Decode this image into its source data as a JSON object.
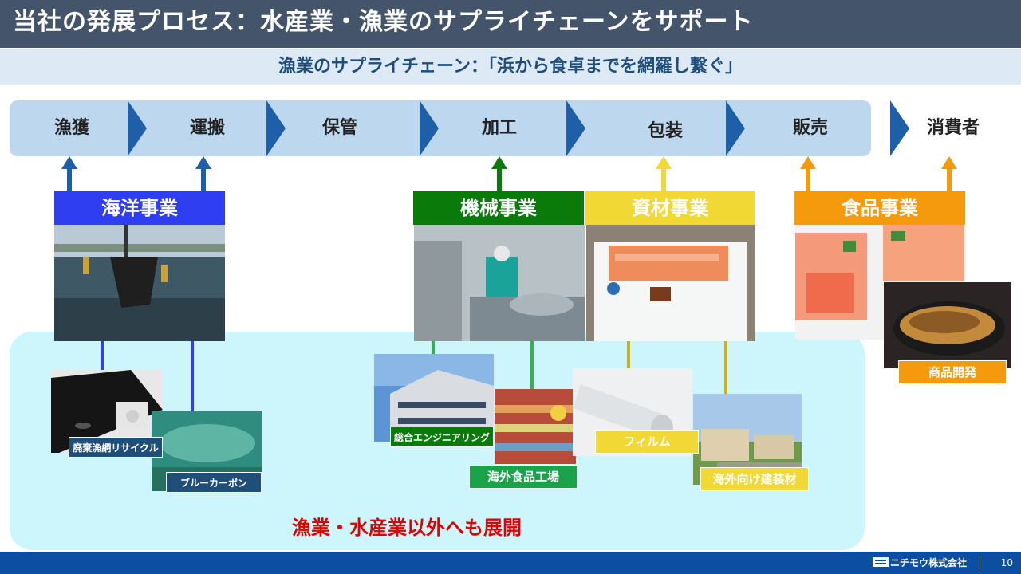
{
  "header": {
    "title": "当社の発展プロセス：水産業・漁業のサプライチェーンをサポート"
  },
  "subheader": {
    "title": "漁業のサプライチェーン：「浜から食卓までを網羅し繋ぐ」"
  },
  "chain": {
    "steps": [
      "漁獲",
      "運搬",
      "保管",
      "加工",
      "包装",
      "販売",
      "消費者"
    ]
  },
  "businesses": [
    {
      "label": "海洋事業",
      "color": "#2f3ef0"
    },
    {
      "label": "機械事業",
      "color": "#0a7a0a"
    },
    {
      "label": "資材事業",
      "color": "#f2d835"
    },
    {
      "label": "食品事業",
      "color": "#f59a0c"
    }
  ],
  "tags": {
    "net_recycle": "廃棄漁網リサイクル",
    "blue_carbon": "ブルーカーボン",
    "engineering": "総合エンジニアリング",
    "overseas_food": "海外食品工場",
    "film": "フィルム",
    "overseas_building": "海外向け建装材",
    "product_dev": "商品開発"
  },
  "expand": {
    "text": "漁業・水産業以外へも展開"
  },
  "footer": {
    "company": "ニチモウ株式会社",
    "page": "10"
  }
}
